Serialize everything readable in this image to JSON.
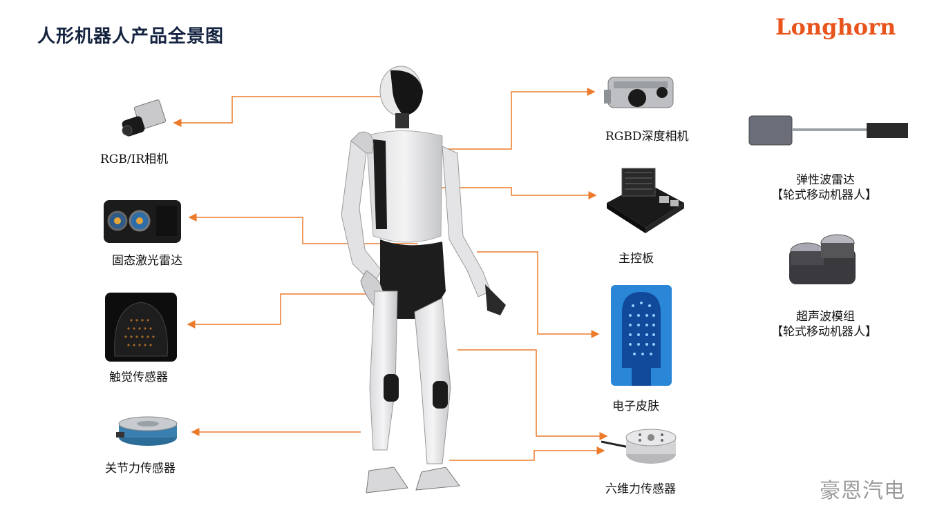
{
  "slide": {
    "title": "人形机器人产品全景图",
    "logo": "Longhorn",
    "watermark": "豪恩汽电"
  },
  "components_left": [
    {
      "label": "RGB/IR相机"
    },
    {
      "label": "固态激光雷达"
    },
    {
      "label": "触觉传感器"
    },
    {
      "label": "关节力传感器"
    }
  ],
  "components_right": [
    {
      "label": "RGBD深度相机"
    },
    {
      "label": "主控板"
    },
    {
      "label": "电子皮肤"
    },
    {
      "label": "六维力传感器"
    }
  ],
  "components_wheeled": [
    {
      "label": "弹性波雷达",
      "note": "【轮式移动机器人】"
    },
    {
      "label": "超声波模组",
      "note": "【轮式移动机器人】"
    }
  ],
  "colors": {
    "title": "#14233f",
    "logo": "#e8541c",
    "leader_line": "#ec7a2a",
    "watermark": "#9a9a9a"
  }
}
